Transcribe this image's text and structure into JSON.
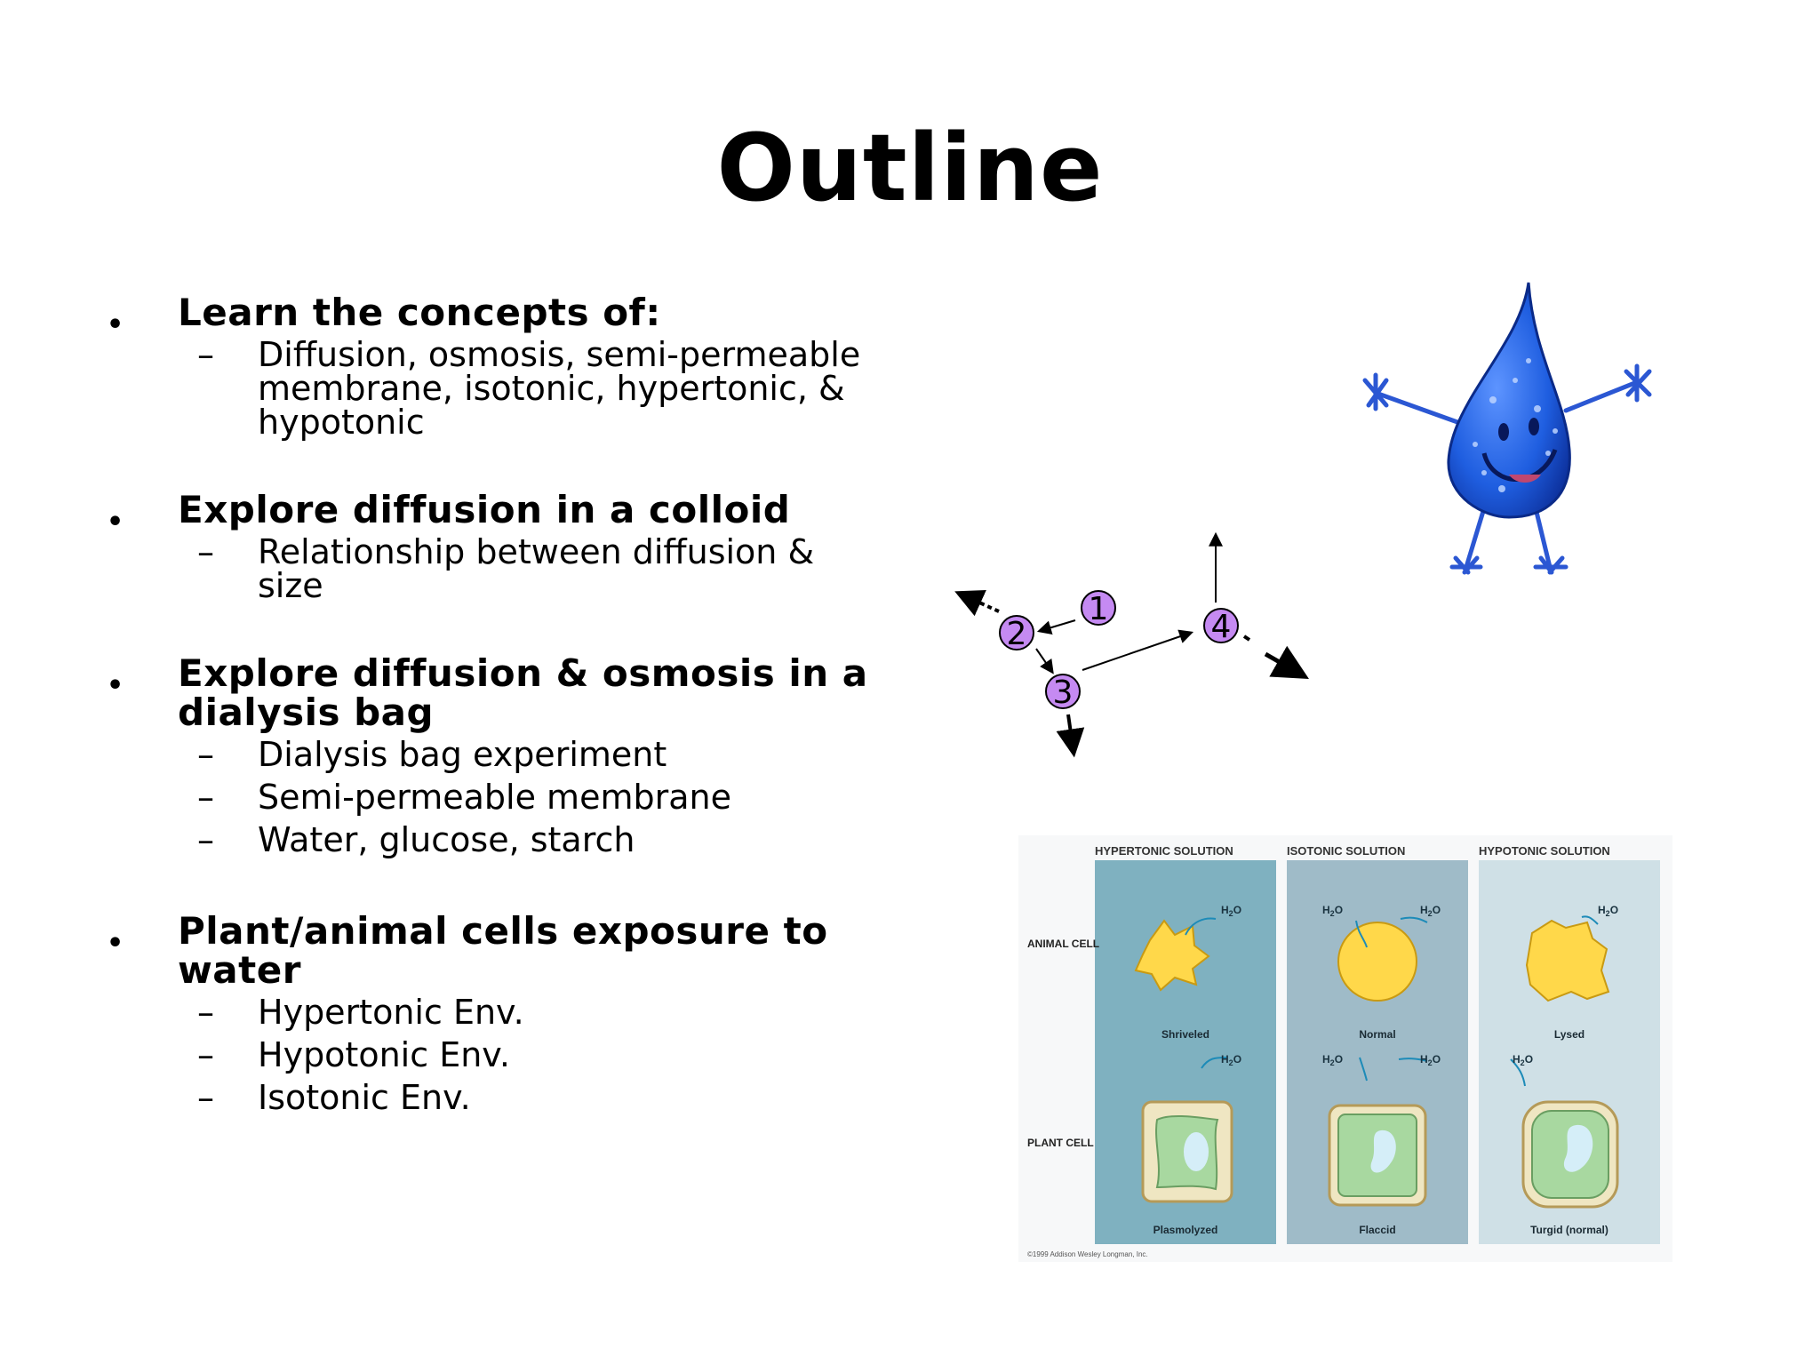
{
  "slide": {
    "title": "Outline",
    "sections": [
      {
        "heading": "Learn the concepts of:",
        "items": [
          "Diffusion, osmosis, semi-permeable membrane, isotonic, hypertonic, & hypotonic"
        ]
      },
      {
        "heading": "Explore diffusion in a colloid",
        "items": [
          "Relationship between diffusion & size"
        ]
      },
      {
        "heading": "Explore diffusion & osmosis in a dialysis bag",
        "items": [
          "Dialysis bag experiment",
          "Semi-permeable membrane",
          "Water, glucose, starch"
        ]
      },
      {
        "heading": "Plant/animal cells exposure to water",
        "items": [
          "Hypertonic Env.",
          "Hypotonic Env.",
          "Isotonic Env."
        ]
      }
    ]
  },
  "diffusion_diagram": {
    "steps": [
      "1",
      "2",
      "3",
      "4"
    ],
    "step_color": "#c58af2"
  },
  "cells_figure": {
    "columns": [
      "HYPERTONIC SOLUTION",
      "ISOTONIC SOLUTION",
      "HYPOTONIC SOLUTION"
    ],
    "rows": [
      "ANIMAL CELL",
      "PLANT CELL"
    ],
    "h2o": "H",
    "h2o_sub": "2",
    "h2o_end": "O",
    "animal_states": [
      "Shriveled",
      "Normal",
      "Lysed"
    ],
    "plant_states": [
      "Plasmolyzed",
      "Flaccid",
      "Turgid (normal)"
    ],
    "copyright": "©1999 Addison Wesley Longman, Inc.",
    "colors": [
      "#7fb1c0",
      "#9fbbc8",
      "#cfe0e6"
    ]
  },
  "mascot": {
    "icon": "water-drop-mascot-icon",
    "color": "#1f5ee0"
  }
}
